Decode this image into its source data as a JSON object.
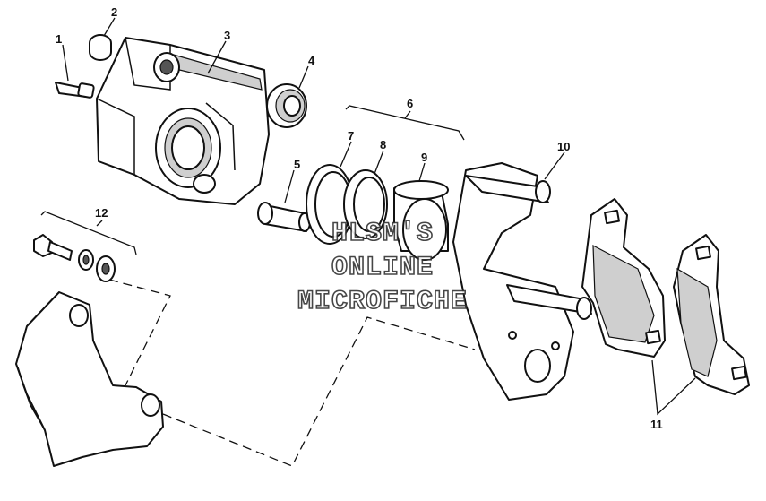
{
  "callouts": [
    "1",
    "2",
    "3",
    "4",
    "5",
    "6",
    "7",
    "8",
    "9",
    "10",
    "11",
    "12"
  ],
  "watermark": {
    "line1": "HLSM'S",
    "line2": "ONLINE",
    "line3": "MICROFICHE"
  }
}
